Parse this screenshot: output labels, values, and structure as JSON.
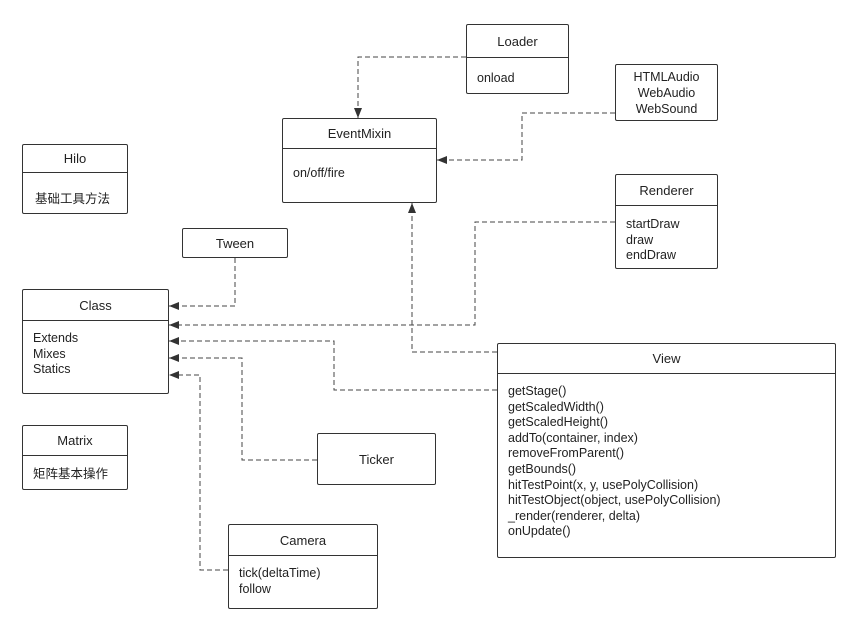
{
  "classes": {
    "loader": {
      "title": "Loader",
      "members": [
        "onload"
      ]
    },
    "audio": {
      "lines": [
        "HTMLAudio",
        "WebAudio",
        "WebSound"
      ]
    },
    "eventmixin": {
      "title": "EventMixin",
      "members": [
        "on/off/fire"
      ]
    },
    "hilo": {
      "title": "Hilo",
      "members": [
        "基础工具方法"
      ]
    },
    "renderer": {
      "title": "Renderer",
      "members": [
        "startDraw",
        "draw",
        "endDraw"
      ]
    },
    "tween": {
      "title": "Tween"
    },
    "class": {
      "title": "Class",
      "members": [
        "Extends",
        "Mixes",
        "Statics"
      ]
    },
    "view": {
      "title": "View",
      "members": [
        "getStage()",
        "getScaledWidth()",
        "getScaledHeight()",
        "addTo(container, index)",
        "removeFromParent()",
        "getBounds()",
        "hitTestPoint(x, y, usePolyCollision)",
        "hitTestObject(object, usePolyCollision)",
        "_render(renderer, delta)",
        "onUpdate()"
      ]
    },
    "matrix": {
      "title": "Matrix",
      "members": [
        "矩阵基本操作"
      ]
    },
    "ticker": {
      "title": "Ticker"
    },
    "camera": {
      "title": "Camera",
      "members": [
        "tick(deltaTime)",
        "follow"
      ]
    }
  }
}
